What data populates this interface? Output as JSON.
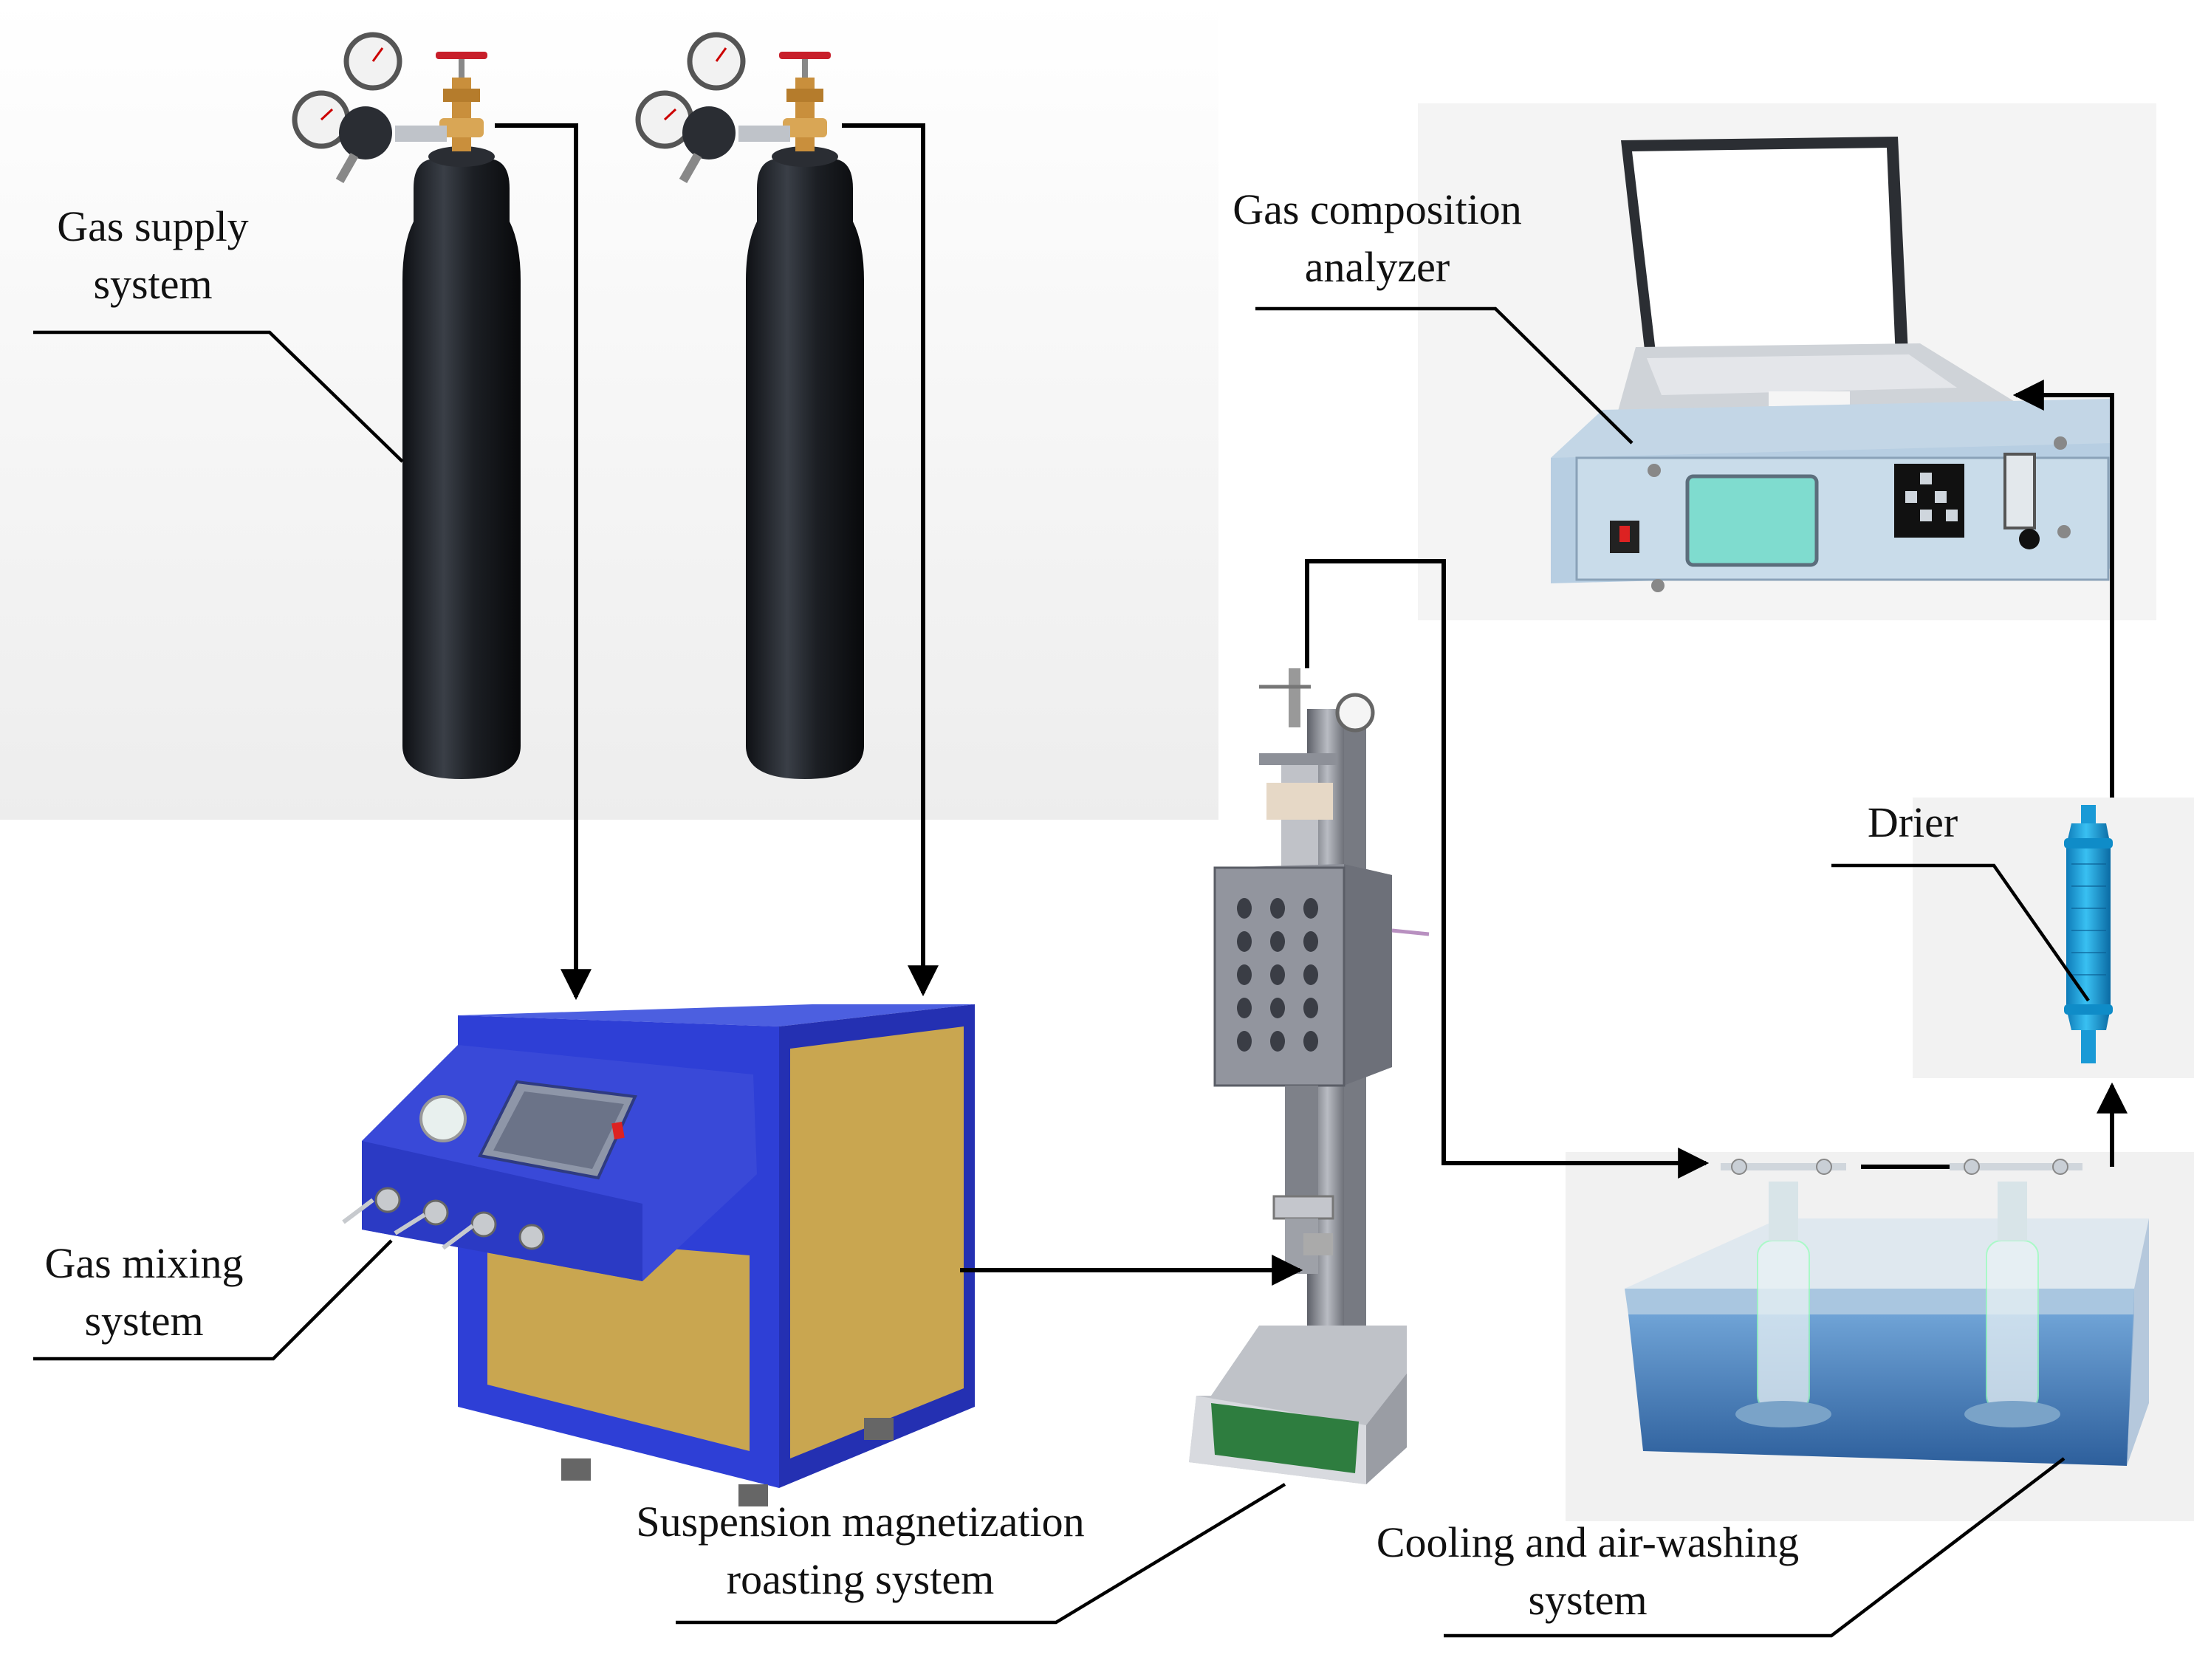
{
  "labels": {
    "gas_supply": {
      "line1": "Gas supply",
      "line2": "system"
    },
    "gas_mixing": {
      "line1": "Gas mixing",
      "line2": "system"
    },
    "roasting": {
      "line1": "Suspension magnetization",
      "line2": "roasting system"
    },
    "cooling": {
      "line1": "Cooling and air-washing",
      "line2": "system"
    },
    "analyzer": {
      "line1": "Gas composition",
      "line2": "analyzer"
    },
    "drier": {
      "line1": "Drier"
    }
  },
  "colors": {
    "cylinder": "#1c1f24",
    "brass": "#c98f3c",
    "mixer_body": "#2e3fd6",
    "mixer_panel": "#c9a650",
    "furnace": "#8c8f98",
    "water": "#3d78b8",
    "drier": "#1ea7e0",
    "analyzer_screen": "#7fdccf",
    "pipe": "#000000"
  }
}
